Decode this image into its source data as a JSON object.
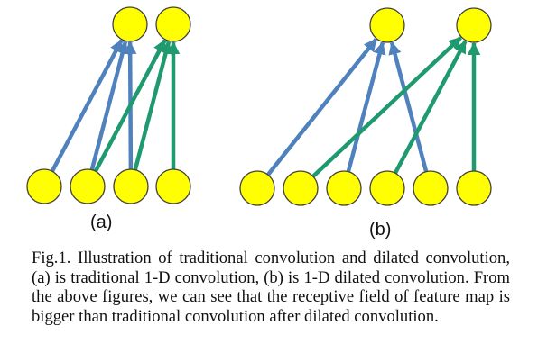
{
  "colors": {
    "node_fill": "#FFFF00",
    "node_stroke": "#404040",
    "edge_blue": "#4F81BD",
    "edge_green": "#1F9A6E"
  },
  "labels": {
    "a": "(a)",
    "b": "(b)"
  },
  "caption": "Fig.1. Illustration of traditional convolution and dilated convolution, (a) is traditional 1-D convolution, (b) is 1-D dilated convolution. From the above figures, we can see that the receptive field of feature map is bigger than traditional convolution after dilated convolution.",
  "diagram": {
    "a": {
      "output_nodes": 2,
      "input_nodes": 4,
      "connections": [
        {
          "from": 0,
          "to": 0,
          "color": "blue"
        },
        {
          "from": 1,
          "to": 0,
          "color": "blue"
        },
        {
          "from": 2,
          "to": 0,
          "color": "blue"
        },
        {
          "from": 1,
          "to": 1,
          "color": "green"
        },
        {
          "from": 2,
          "to": 1,
          "color": "green"
        },
        {
          "from": 3,
          "to": 1,
          "color": "green"
        }
      ]
    },
    "b": {
      "output_nodes": 2,
      "input_nodes": 6,
      "connections": [
        {
          "from": 0,
          "to": 0,
          "color": "blue"
        },
        {
          "from": 2,
          "to": 0,
          "color": "blue"
        },
        {
          "from": 4,
          "to": 0,
          "color": "blue"
        },
        {
          "from": 1,
          "to": 1,
          "color": "green"
        },
        {
          "from": 3,
          "to": 1,
          "color": "green"
        },
        {
          "from": 5,
          "to": 1,
          "color": "green"
        }
      ]
    }
  }
}
